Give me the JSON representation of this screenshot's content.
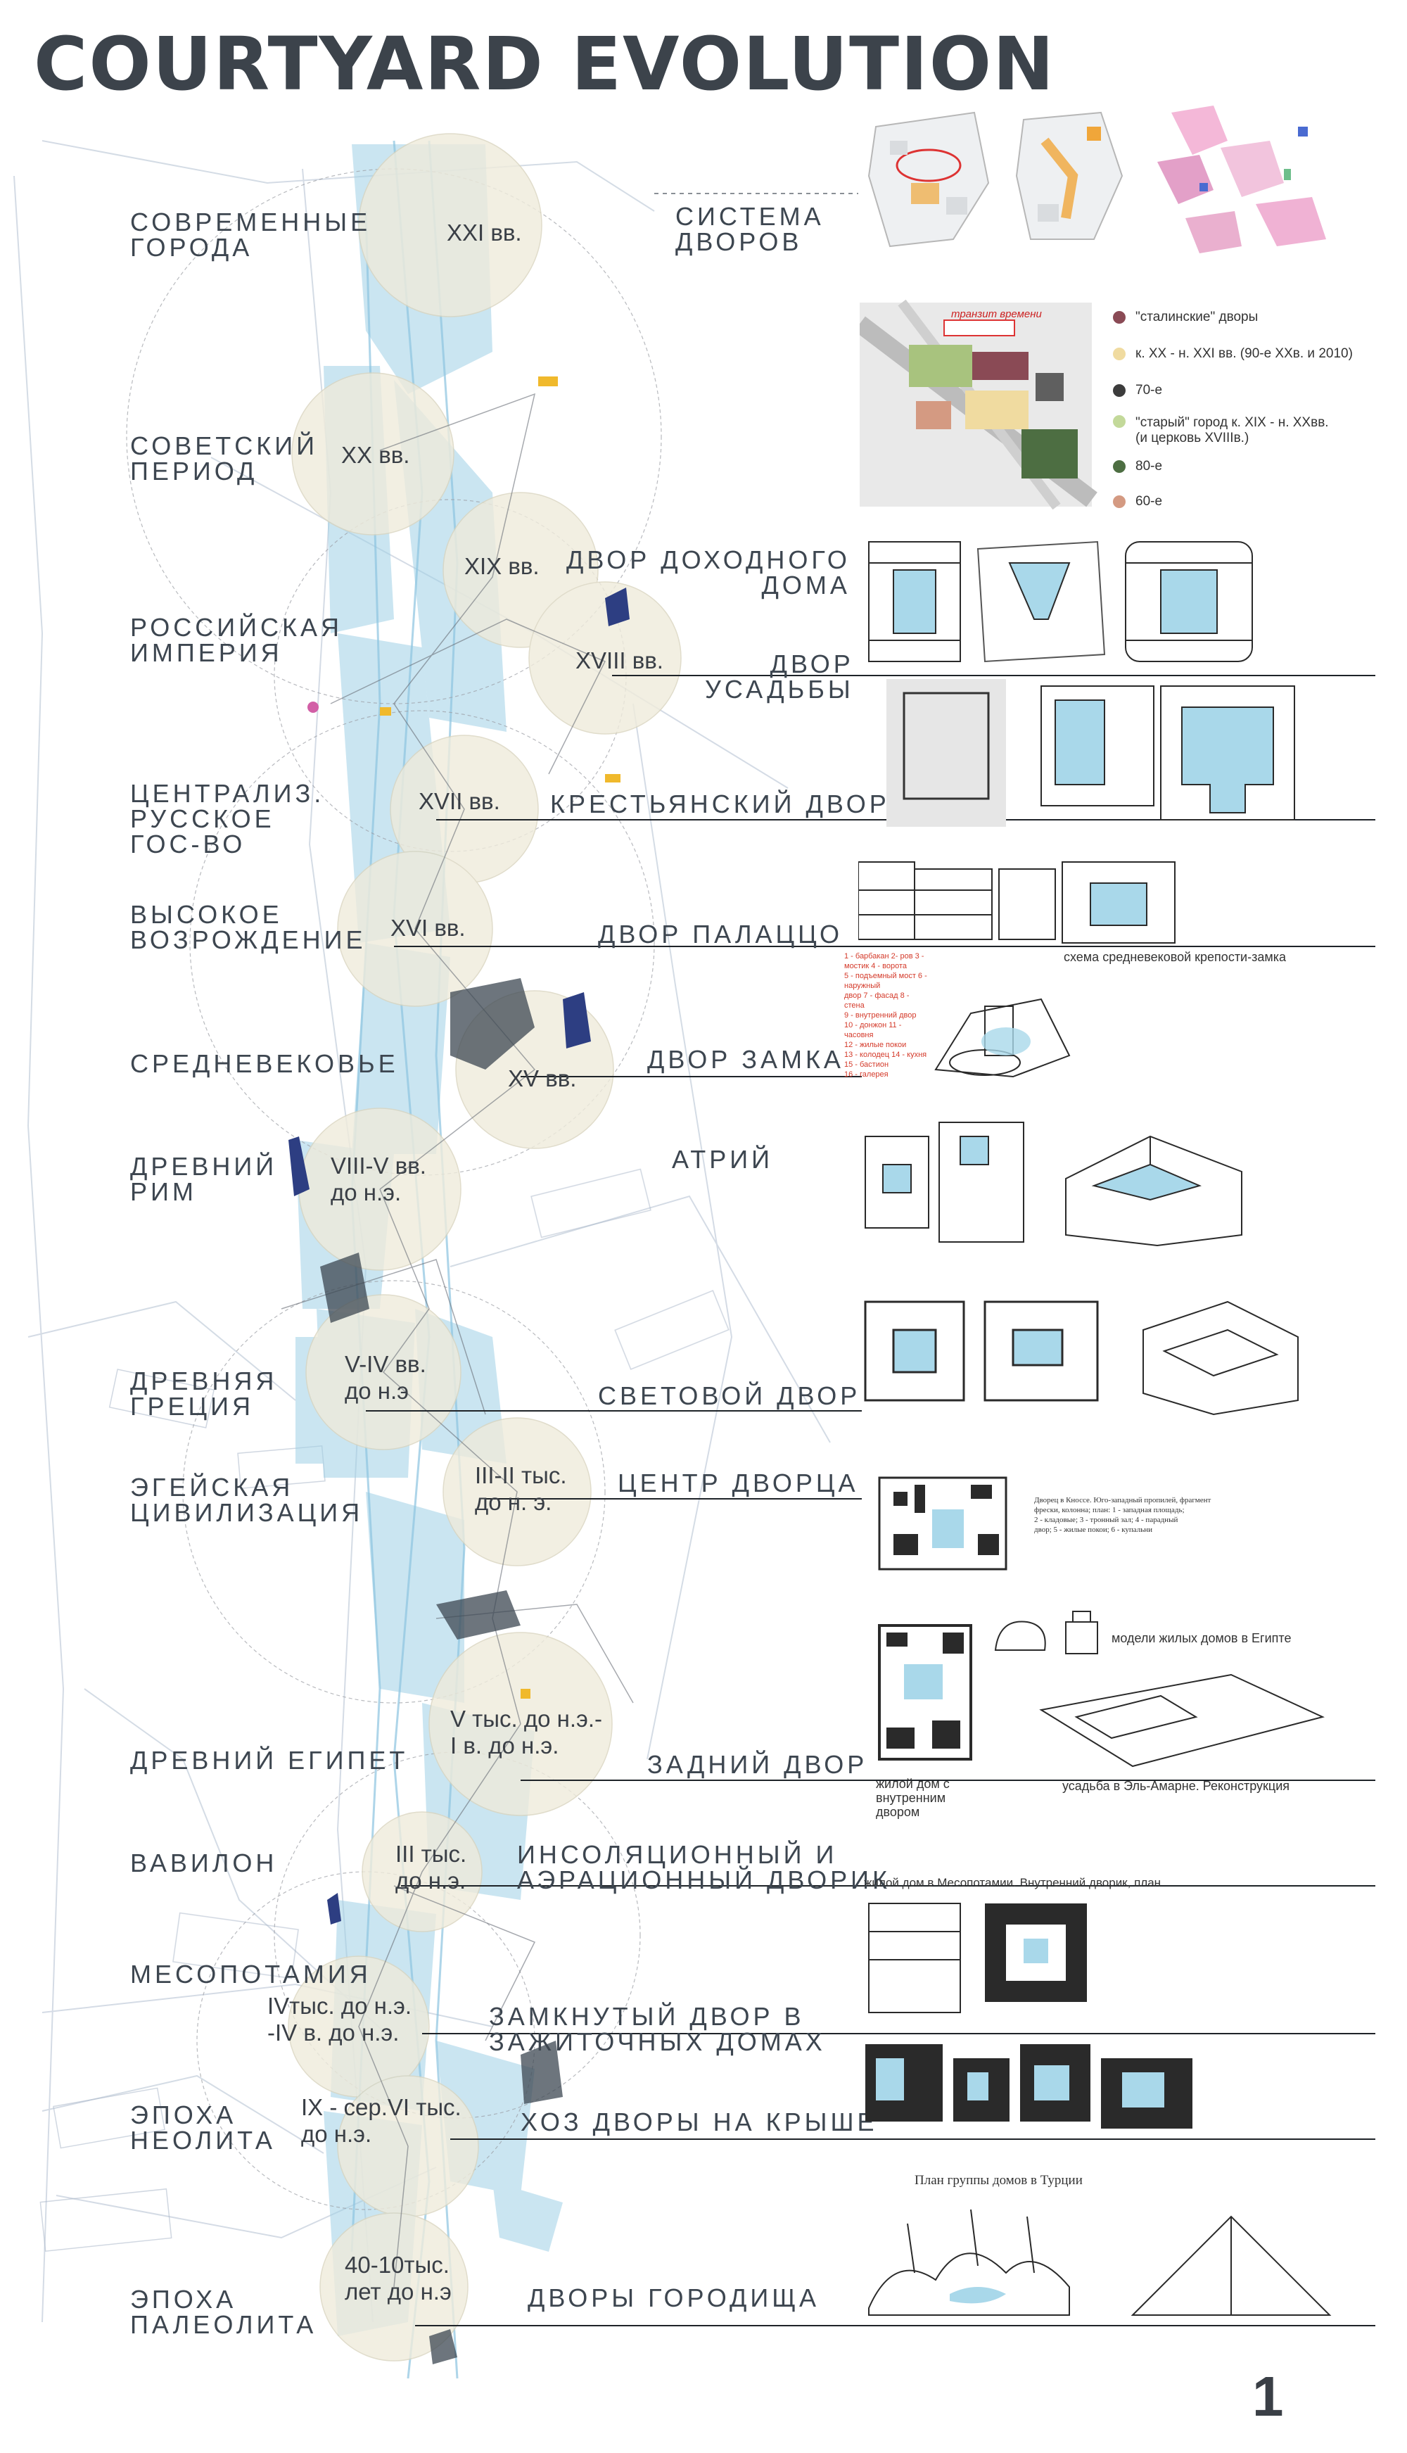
{
  "title": "COURTYARD EVOLUTION",
  "page_number": "1",
  "eras": [
    {
      "key": "modern",
      "label": "СОВРЕМЕННЫЕ\nГОРОДА"
    },
    {
      "key": "soviet",
      "label": "СОВЕТСКИЙ\nПЕРИОД"
    },
    {
      "key": "empire",
      "label": "РОССИЙСКАЯ\nИМПЕРИЯ"
    },
    {
      "key": "centralized",
      "label": "ЦЕНТРАЛИЗ.\nРУССКОЕ\nГОС-ВО"
    },
    {
      "key": "renaissance",
      "label": "ВЫСОКОЕ\nВОЗРОЖДЕНИЕ"
    },
    {
      "key": "medieval",
      "label": "СРЕДНЕВЕКОВЬЕ"
    },
    {
      "key": "rome",
      "label": "ДРЕВНИЙ\nРИМ"
    },
    {
      "key": "greece",
      "label": "ДРЕВНЯЯ\nГРЕЦИЯ"
    },
    {
      "key": "aegean",
      "label": "ЭГЕЙСКАЯ\nЦИВИЛИЗАЦИЯ"
    },
    {
      "key": "egypt",
      "label": "ДРЕВНИЙ ЕГИПЕТ"
    },
    {
      "key": "babylon",
      "label": "ВАВИЛОН"
    },
    {
      "key": "mesopotamia",
      "label": "МЕСОПОТАМИЯ"
    },
    {
      "key": "neolithic",
      "label": "ЭПОХА\nНЕОЛИТА"
    },
    {
      "key": "paleolithic",
      "label": "ЭПОХА\nПАЛЕОЛИТА"
    }
  ],
  "periods": [
    {
      "key": "xxi",
      "label": "XXI вв."
    },
    {
      "key": "xx",
      "label": "XX вв."
    },
    {
      "key": "xix",
      "label": "XIX вв."
    },
    {
      "key": "xviii",
      "label": "XVIII вв."
    },
    {
      "key": "xvii",
      "label": "XVII вв."
    },
    {
      "key": "xvi",
      "label": "XVI вв."
    },
    {
      "key": "xv",
      "label": "XV вв."
    },
    {
      "key": "viii_v",
      "label": "VIII-V вв.\nдо н.э."
    },
    {
      "key": "v_iv",
      "label": "V-IV вв.\nдо н.э"
    },
    {
      "key": "iii_ii",
      "label": "III-II тыс.\nдо н. э."
    },
    {
      "key": "v_tys",
      "label": "V тыс. до н.э.-\nI в. до н.э."
    },
    {
      "key": "iii_tys",
      "label": "III тыс.\nдо н.э."
    },
    {
      "key": "iv_tys",
      "label": "IVтыс. до н.э.\n-IV в. до н.э."
    },
    {
      "key": "ix",
      "label": "IX - сер.VI тыс.\nдо н.э."
    },
    {
      "key": "paleo",
      "label": "40-10тыс.\nлет до н.э"
    }
  ],
  "courtyards": [
    {
      "key": "system",
      "label": "СИСТЕМА\nДВОРОВ"
    },
    {
      "key": "tenement",
      "label": "ДВОР ДОХОДНОГО\nДОМА"
    },
    {
      "key": "estate",
      "label": "ДВОР\nУСАДЬБЫ"
    },
    {
      "key": "peasant",
      "label": "КРЕСТЬЯНСКИЙ ДВОР"
    },
    {
      "key": "palazzo",
      "label": "ДВОР ПАЛАЦЦО"
    },
    {
      "key": "castle",
      "label": "ДВОР ЗАМКА"
    },
    {
      "key": "atrium",
      "label": "АТРИЙ"
    },
    {
      "key": "light",
      "label": "СВЕТОВОЙ ДВОР"
    },
    {
      "key": "palace",
      "label": "ЦЕНТР ДВОРЦА"
    },
    {
      "key": "back",
      "label": "ЗАДНИЙ ДВОР"
    },
    {
      "key": "insolation",
      "label": "ИНСОЛЯЦИОННЫЙ И\nАЭРАЦИОННЫЙ ДВОРИК"
    },
    {
      "key": "closed",
      "label": "ЗАМКНУТЫЙ ДВОР В\nЗАЖИТОЧНЫХ ДОМАХ"
    },
    {
      "key": "roof",
      "label": "ХОЗ ДВОРЫ НА КРЫШЕ"
    },
    {
      "key": "settlement",
      "label": "ДВОРЫ ГОРОДИЩА"
    }
  ],
  "legend": {
    "transit_title": "транзит времени",
    "items": [
      {
        "label": "\"сталинские\" дворы",
        "color": "#8a4a55"
      },
      {
        "label": "к. XX - н. XXI вв. (90-е XXв. и 2010)",
        "color": "#f0dba0"
      },
      {
        "label": "70-е",
        "color": "#3c3c3c"
      },
      {
        "label": "\"старый\" город к. XIX - н. XXвв.\n(и церковь XVIIIв.)",
        "color": "#c3d99a"
      },
      {
        "label": "80-е",
        "color": "#4d6e42"
      },
      {
        "label": "60-е",
        "color": "#d49a82"
      }
    ]
  },
  "captions": {
    "castle_scheme": "схема средневековой крепости-замка",
    "castle_list": "1 - барбакан 2- ров 3 - мостик 4 - ворота\n5 - подъемный мост 6 - наружный\nдвор 7 - фасад 8 - стена\n9 - внутренний двор\n10 - донжон 11 - часовня\n12 - жилые покои\n13 - колодец 14 - кухня\n15 - бастион\n16 - галерея",
    "egypt_house": "жилой дом с\nвнутренним\nдвором",
    "egypt_models": "модели жилых домов в Египте",
    "amarna": "усадьба в Эль-Амарне. Реконструкция",
    "mesopotamia_house": "жилой дом в Месопотамии. Внутренний дворик, план",
    "turkey": "План группы домов в Турции",
    "knossos": "Дворец в Кноссе. Юго-западный пропилей, фрагмент\nфрески, колонна; план: 1 - западная площадь;\n2 - кладовые; 3 - тронный зал; 4 - парадный\nдвор; 5 - жилые покои; 6 - купальни"
  }
}
